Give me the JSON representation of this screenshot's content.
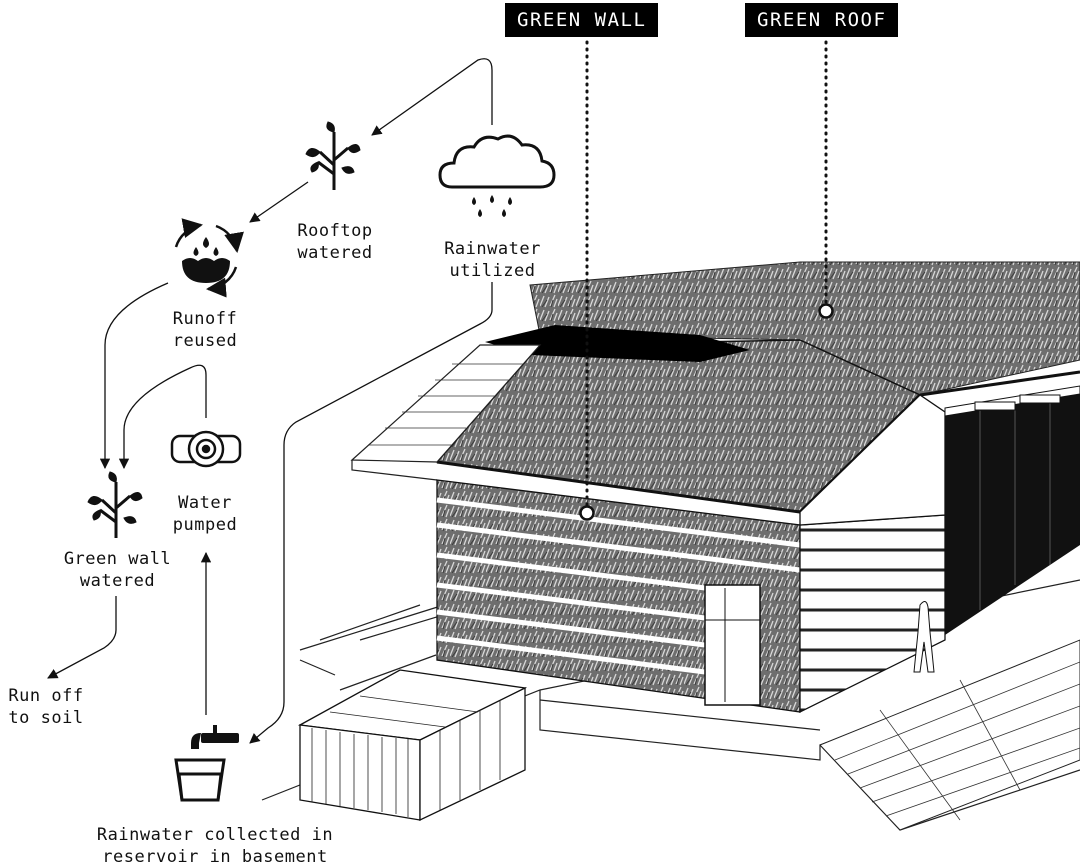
{
  "tags": {
    "green_wall": "GREEN WALL",
    "green_roof": "GREEN ROOF"
  },
  "labels": {
    "rooftop": "Rooftop\nwatered",
    "rainwater": "Rainwater\nutilized",
    "runoff": "Runoff\nreused",
    "pumped": "Water\npumped",
    "greenwall": "Green wall\nwatered",
    "soil": "Run off\nto soil",
    "reservoir": "Rainwater collected in\nreservoir in basement"
  },
  "icons": [
    "sprout-icon",
    "rain-cloud-icon",
    "recycle-water-icon",
    "pump-icon",
    "tap-icon",
    "bucket-icon"
  ],
  "colors": {
    "ink": "#111111",
    "tag_bg": "#000000",
    "tag_text": "#ffffff",
    "vegetation": "#7a7a7a"
  }
}
